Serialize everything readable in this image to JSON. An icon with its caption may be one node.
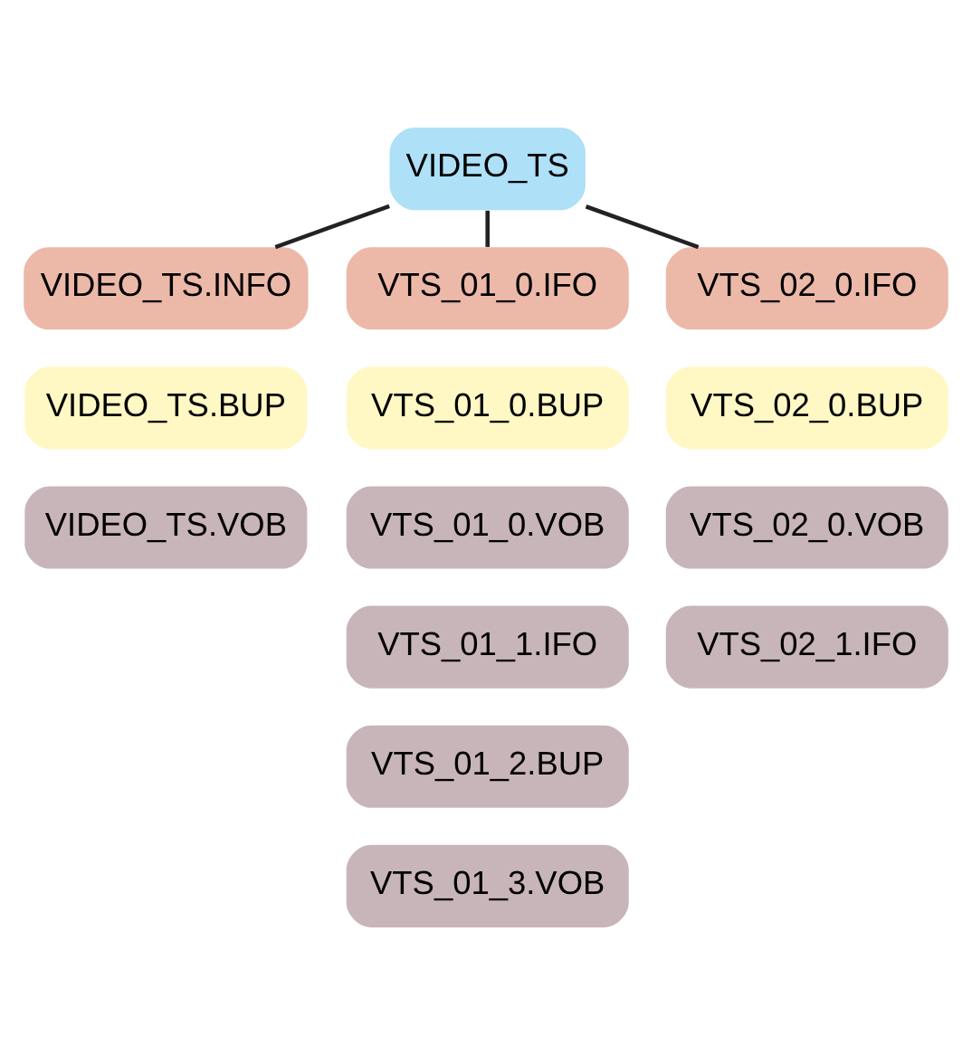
{
  "diagram": {
    "nodes": [
      {
        "text": [
          "VIDEO_TS"
        ]
      },
      {
        "text": [
          "VIDEO_TS.INFO"
        ]
      },
      {
        "text": [
          "VIDEO_TS.BUP"
        ]
      },
      {
        "text": [
          "VIDEO_TS.VOB"
        ]
      },
      {
        "text": [
          "VTS_01_0.IFO"
        ]
      },
      {
        "text": [
          "VTS_01_0.BUP"
        ]
      },
      {
        "text": [
          "VTS_01_0.VOB"
        ]
      },
      {
        "text": [
          "VTS_01_1.IFO"
        ]
      },
      {
        "text": [
          "VTS_01_2.BUP"
        ]
      },
      {
        "text": [
          "VTS_01_3.VOB"
        ]
      },
      {
        "text": [
          "VTS_02_0.IFO"
        ]
      },
      {
        "text": [
          "VTS_02_0.BUP"
        ]
      },
      {
        "text": [
          "VTS_02_0.VOB"
        ]
      },
      {
        "text": [
          "VTS_02_1.IFO"
        ]
      }
    ],
    "edges": [
      {
        "from": 0,
        "to": 1,
        "arrow": "none"
      },
      {
        "from": 0,
        "to": 4,
        "arrow": "none"
      },
      {
        "from": 0,
        "to": 10,
        "arrow": "none"
      }
    ]
  }
}
